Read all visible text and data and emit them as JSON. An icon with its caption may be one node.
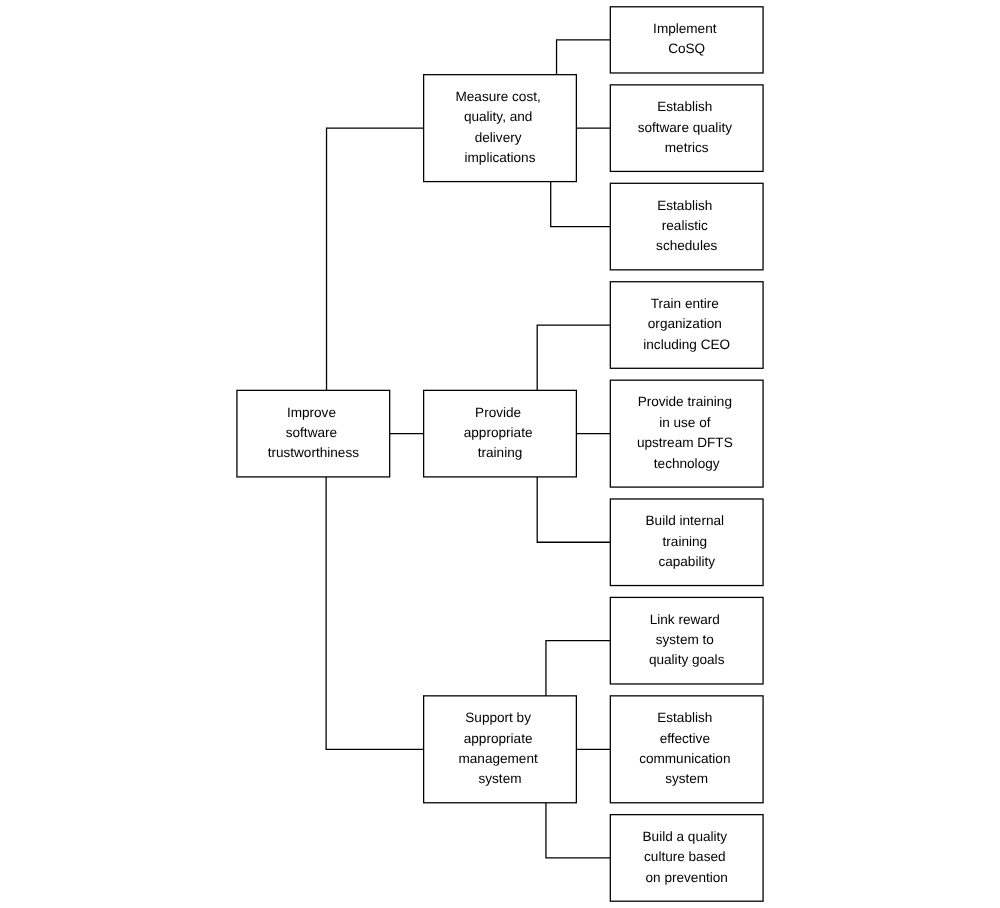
{
  "diagram": {
    "nodes": [
      {
        "text": [
          "Improve software trustworthiness"
        ]
      },
      {
        "text": [
          "Measure cost, quality, and delivery implications"
        ]
      },
      {
        "text": [
          "Implement CoSQ"
        ]
      },
      {
        "text": [
          "Establish software quality metrics"
        ]
      },
      {
        "text": [
          "Establish realistic schedules"
        ]
      },
      {
        "text": [
          "Provide appropriate training"
        ]
      },
      {
        "text": [
          "Train entire organization including CEO"
        ]
      },
      {
        "text": [
          "Provide training in use of upstream DFTS technology"
        ]
      },
      {
        "text": [
          "Build internal training capability"
        ]
      },
      {
        "text": [
          "Support by appropriate management system"
        ]
      },
      {
        "text": [
          "Link reward system to quality goals"
        ]
      },
      {
        "text": [
          "Establish effective communication system"
        ]
      },
      {
        "text": [
          "Build a quality culture based on prevention"
        ]
      }
    ],
    "edges": [
      {
        "from": 0,
        "to": 1,
        "arrow": "none"
      },
      {
        "from": 0,
        "to": 5,
        "arrow": "none"
      },
      {
        "from": 0,
        "to": 9,
        "arrow": "none"
      },
      {
        "from": 1,
        "to": 2,
        "arrow": "none"
      },
      {
        "from": 1,
        "to": 3,
        "arrow": "none"
      },
      {
        "from": 1,
        "to": 4,
        "arrow": "none"
      },
      {
        "from": 5,
        "to": 6,
        "arrow": "none"
      },
      {
        "from": 5,
        "to": 7,
        "arrow": "none"
      },
      {
        "from": 5,
        "to": 8,
        "arrow": "none"
      },
      {
        "from": 9,
        "to": 10,
        "arrow": "none"
      },
      {
        "from": 9,
        "to": 11,
        "arrow": "none"
      },
      {
        "from": 9,
        "to": 12,
        "arrow": "none"
      }
    ]
  }
}
